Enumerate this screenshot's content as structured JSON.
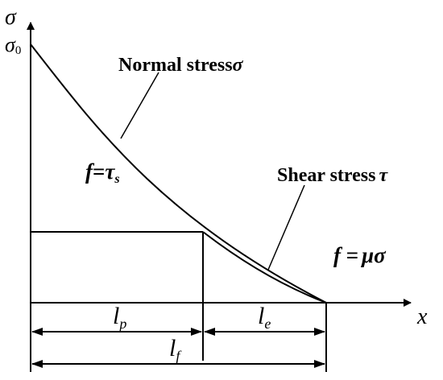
{
  "axes": {
    "y_symbol": "σ",
    "x_symbol": "x",
    "origin_value_main": "σ",
    "origin_value_sub": "0"
  },
  "curves": {
    "normal_stress": {
      "label_text": "Normal stress",
      "symbol": "σ"
    },
    "shear_stress": {
      "label_text": "Shear stress",
      "symbol": "τ"
    }
  },
  "regions": {
    "left": {
      "prefix": "f",
      "eq": "=",
      "symbol": "τ",
      "sub": "s"
    },
    "right": {
      "prefix": "f",
      "eq": " =",
      "symbol": "μσ"
    }
  },
  "dimensions": {
    "lp": {
      "main": "l",
      "sub": "p"
    },
    "le": {
      "main": "l",
      "sub": "e"
    },
    "lf": {
      "main": "l",
      "sub": "f"
    }
  },
  "colors": {
    "ink": "#000000",
    "background": "#ffffff"
  }
}
